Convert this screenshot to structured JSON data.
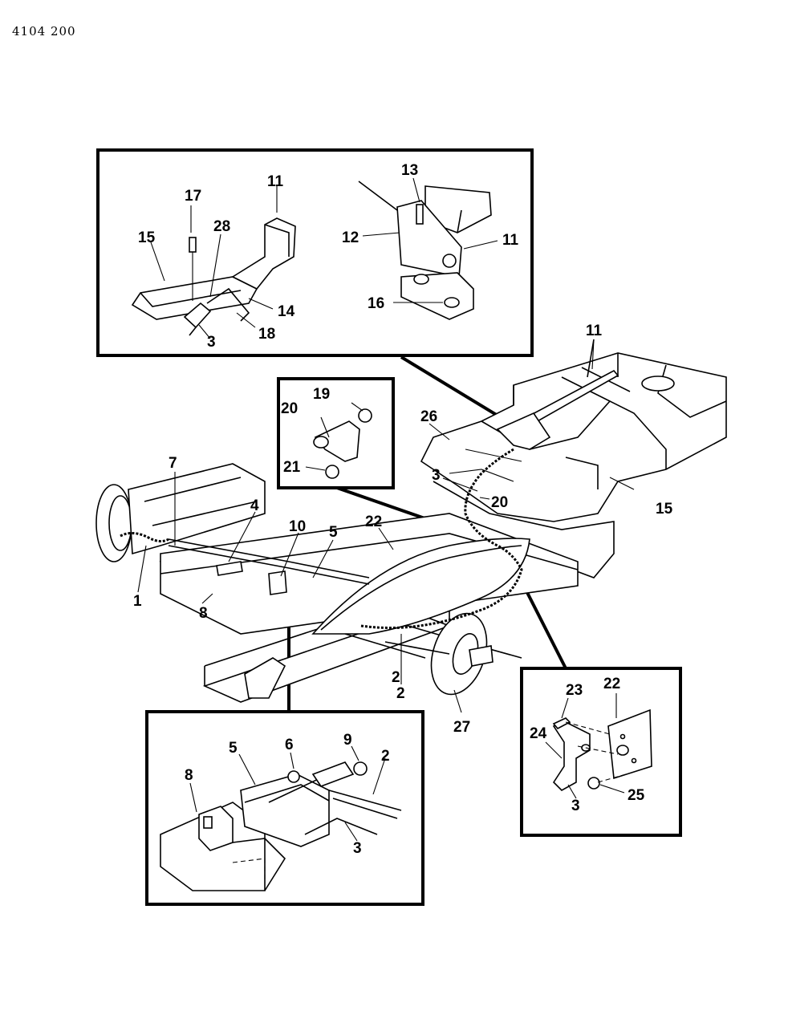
{
  "page_number": "4104 200",
  "labels": {
    "top_box": [
      "17",
      "11",
      "28",
      "15",
      "14",
      "18",
      "3",
      "13",
      "12",
      "11",
      "16"
    ],
    "main": [
      "11",
      "26",
      "19",
      "20",
      "21",
      "3",
      "20",
      "15",
      "7",
      "4",
      "10",
      "5",
      "22",
      "1",
      "8",
      "2",
      "2",
      "27"
    ],
    "bottom_left_box": [
      "6",
      "9",
      "2",
      "5",
      "8",
      "3"
    ],
    "bottom_right_box": [
      "23",
      "22",
      "24",
      "3",
      "25"
    ]
  }
}
